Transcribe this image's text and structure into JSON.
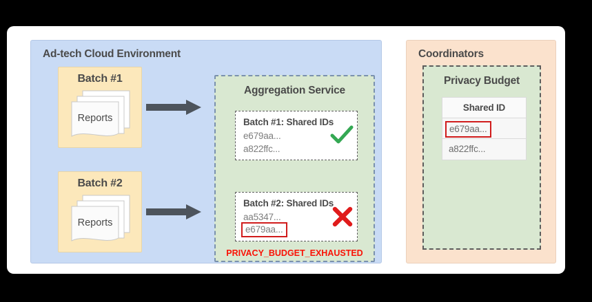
{
  "canvas": {
    "background": "#000000",
    "card_background": "#ffffff"
  },
  "colors": {
    "cloud_panel": "#c9dbf5",
    "batch_box": "#fce8bb",
    "green_panel": "#d9e8d1",
    "coordinators_panel": "#fbe2cd",
    "error_red": "#fa1205",
    "highlight_red": "#d01b1b",
    "check_green": "#34a853",
    "cross_red": "#e01b1b",
    "arrow_gray": "#4d545c",
    "text_gray": "#4a4a4a",
    "muted_text": "#7d7d7d"
  },
  "cloud_environment": {
    "title": "Ad-tech Cloud Environment",
    "batches": [
      {
        "title": "Batch #1",
        "reports_label": "Reports",
        "arrow_icon": "arrow-right-icon"
      },
      {
        "title": "Batch #2",
        "reports_label": "Reports",
        "arrow_icon": "arrow-right-icon"
      }
    ],
    "aggregation_service": {
      "title": "Aggregation Service",
      "cards": [
        {
          "title": "Batch #1: Shared IDs",
          "ids": [
            "e679aa...",
            "a822ffc..."
          ],
          "flagged_id": null,
          "status_icon": "check-icon",
          "status": "accepted"
        },
        {
          "title": "Batch #2: Shared IDs",
          "ids": [
            "aa5347..."
          ],
          "flagged_id": "e679aa...",
          "status_icon": "cross-icon",
          "status": "rejected"
        }
      ],
      "error_message": "PRIVACY_BUDGET_EXHAUSTED"
    }
  },
  "coordinators": {
    "title": "Coordinators",
    "privacy_budget": {
      "title": "Privacy Budget",
      "table": {
        "header": "Shared ID",
        "rows": [
          {
            "value": "e679aa...",
            "flagged": true
          },
          {
            "value": "a822ffc...",
            "flagged": false
          }
        ]
      }
    }
  }
}
